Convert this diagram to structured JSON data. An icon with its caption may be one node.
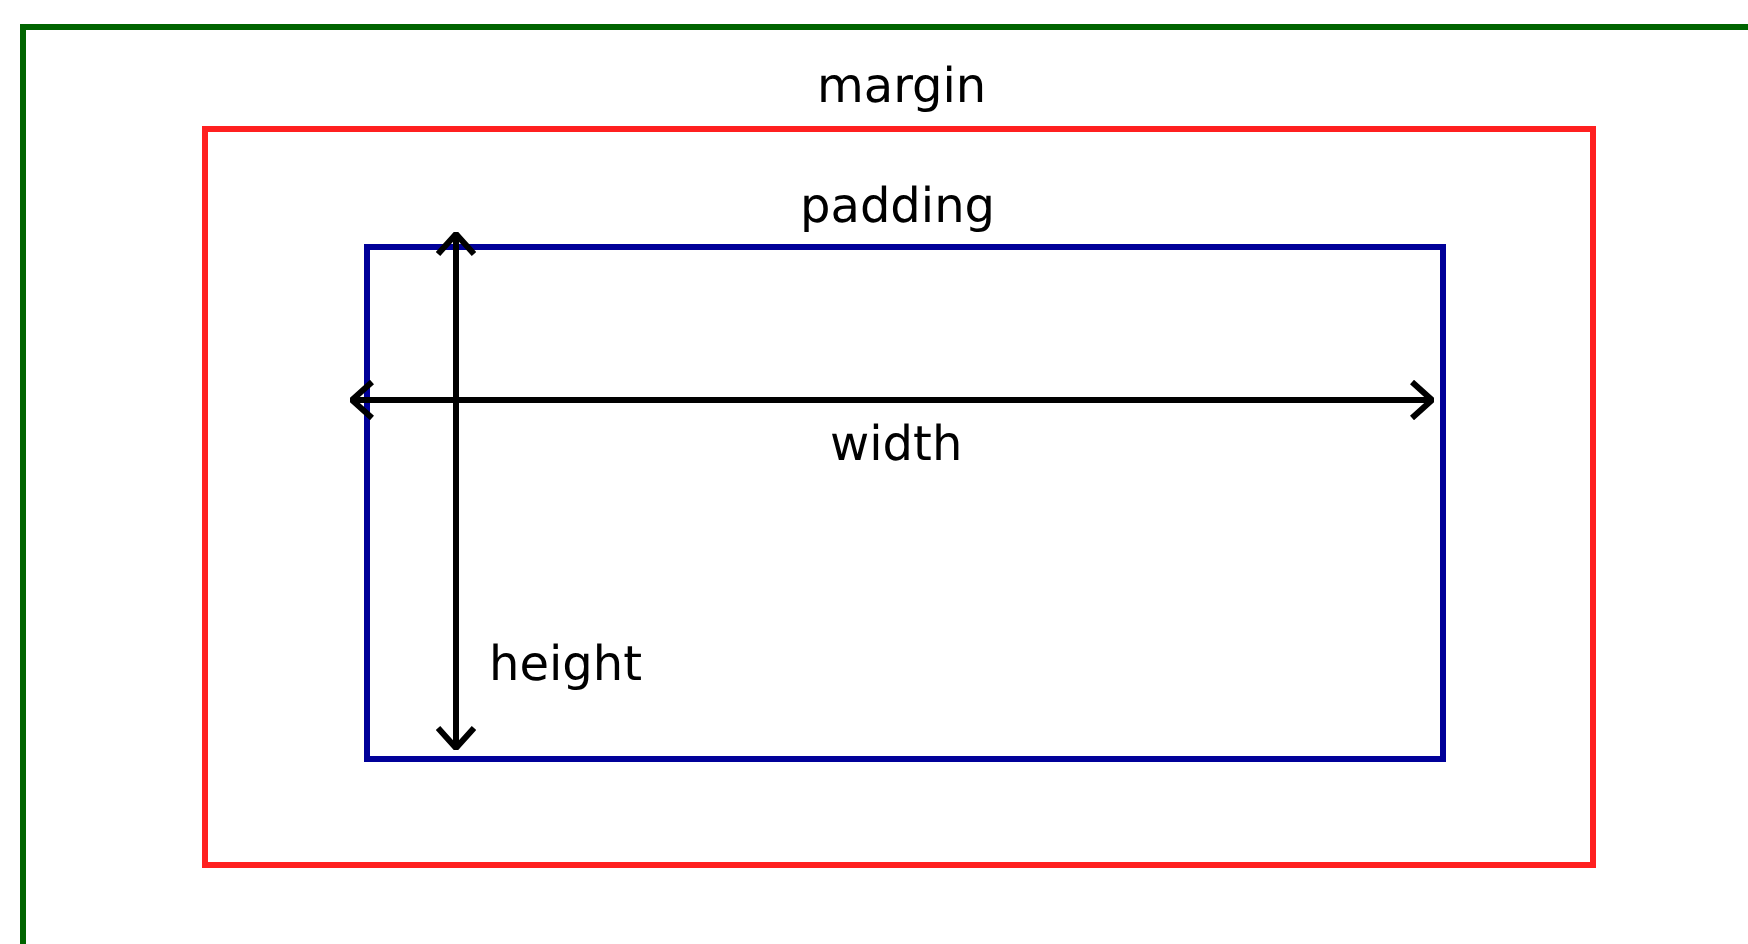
{
  "diagram": {
    "nodes": [
      {
        "text": [
          "margin"
        ]
      },
      {
        "text": [
          "padding"
        ],
        "in": 0
      },
      {
        "text": [],
        "shape": "box",
        "in": 1
      }
    ],
    "labels": [
      "width",
      "height"
    ]
  }
}
